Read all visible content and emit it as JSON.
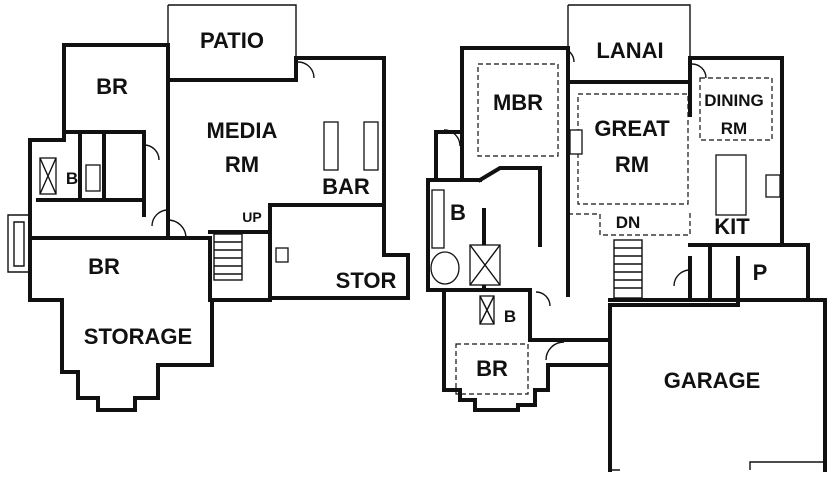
{
  "rooms": {
    "patio": "PATIO",
    "br_top_left": "BR",
    "media_line1": "MEDIA",
    "media_line2": "RM",
    "bar": "BAR",
    "bath_left": "B",
    "up": "UP",
    "br_left": "BR",
    "stor": "STOR",
    "storage": "STORAGE",
    "lanai": "LANAI",
    "mbr": "MBR",
    "great_line1": "GREAT",
    "great_line2": "RM",
    "dining_line1": "DINING",
    "dining_line2": "RM",
    "master_bath": "B",
    "dn": "DN",
    "kit": "KIT",
    "pantry": "P",
    "bath_small": "B",
    "br_bottom": "BR",
    "garage": "GARAGE"
  }
}
